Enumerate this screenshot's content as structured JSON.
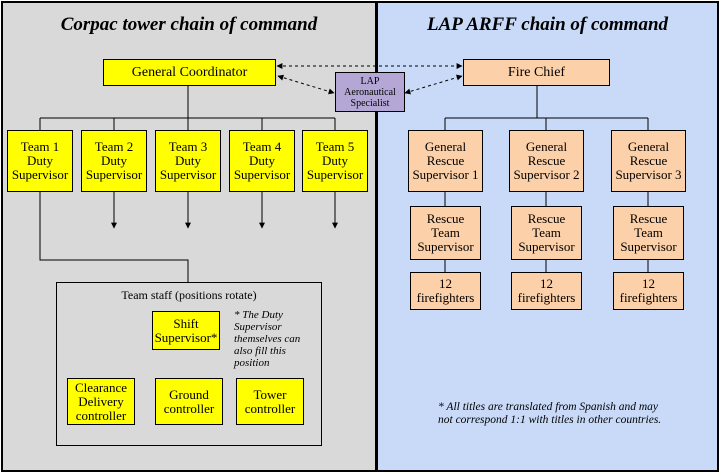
{
  "left_title": "Corpac tower chain of command",
  "right_title": "LAP ARFF chain of command",
  "specialist": "LAP Aeronautical Specialist",
  "corpac": {
    "coordinator": "General Coordinator",
    "teams": [
      "Team 1 Duty Supervisor",
      "Team 2 Duty Supervisor",
      "Team 3 Duty Supervisor",
      "Team 4 Duty Supervisor",
      "Team 5 Duty Supervisor"
    ],
    "staff_title": "Team staff (positions rotate)",
    "shift_supervisor": "Shift Supervisor*",
    "shift_note": "* The Duty Supervisor themselves can also fill this position",
    "controllers": [
      "Clearance Delivery controller",
      "Ground controller",
      "Tower controller"
    ]
  },
  "arff": {
    "chief": "Fire Chief",
    "general_rescue": [
      "General Rescue Supervisor 1",
      "General Rescue Supervisor 2",
      "General Rescue Supervisor 3"
    ],
    "rescue_team": [
      "Rescue Team Supervisor",
      "Rescue Team Supervisor",
      "Rescue Team Supervisor"
    ],
    "firefighters": [
      "12 firefighters",
      "12 firefighters",
      "12 firefighters"
    ],
    "footnote": "* All titles are translated from Spanish and may not correspond 1:1 with titles in other countries."
  }
}
